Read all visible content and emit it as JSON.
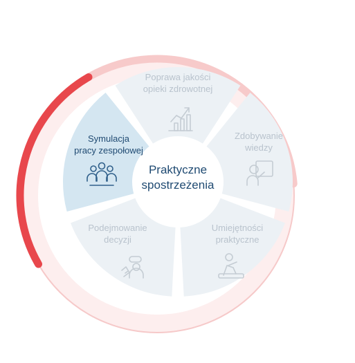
{
  "center": {
    "line1": "Praktyczne",
    "line2": "spostrzeżenia"
  },
  "segments": [
    {
      "line1": "Poprawa jakości",
      "line2": "opieki zdrowotnej",
      "icon": "bar-chart-growth-icon",
      "active": false
    },
    {
      "line1": "Zdobywanie",
      "line2": "wiedzy",
      "icon": "presenter-board-icon",
      "active": false
    },
    {
      "line1": "Umiejętności",
      "line2": "praktyczne",
      "icon": "hands-on-practice-icon",
      "active": false
    },
    {
      "line1": "Podejmowanie",
      "line2": "decyzji",
      "icon": "decision-making-icon",
      "active": false
    },
    {
      "line1": "Symulacja",
      "line2": "pracy zespołowej",
      "icon": "team-group-icon",
      "active": true
    }
  ],
  "progress": {
    "fraction": 0.25
  },
  "colors": {
    "ring_fill": "#fdeeee",
    "ring_stroke": "#f6c9c9",
    "progress_light": "#f7caca",
    "progress_active": "#e8474c",
    "segment_inactive": "#ecf1f5",
    "segment_active": "#d4e6f1",
    "text_active": "#1f4a72",
    "text_inactive": "#b9c3cd",
    "icon_active": "#2f5f8a",
    "icon_inactive": "#c4ccd3"
  }
}
